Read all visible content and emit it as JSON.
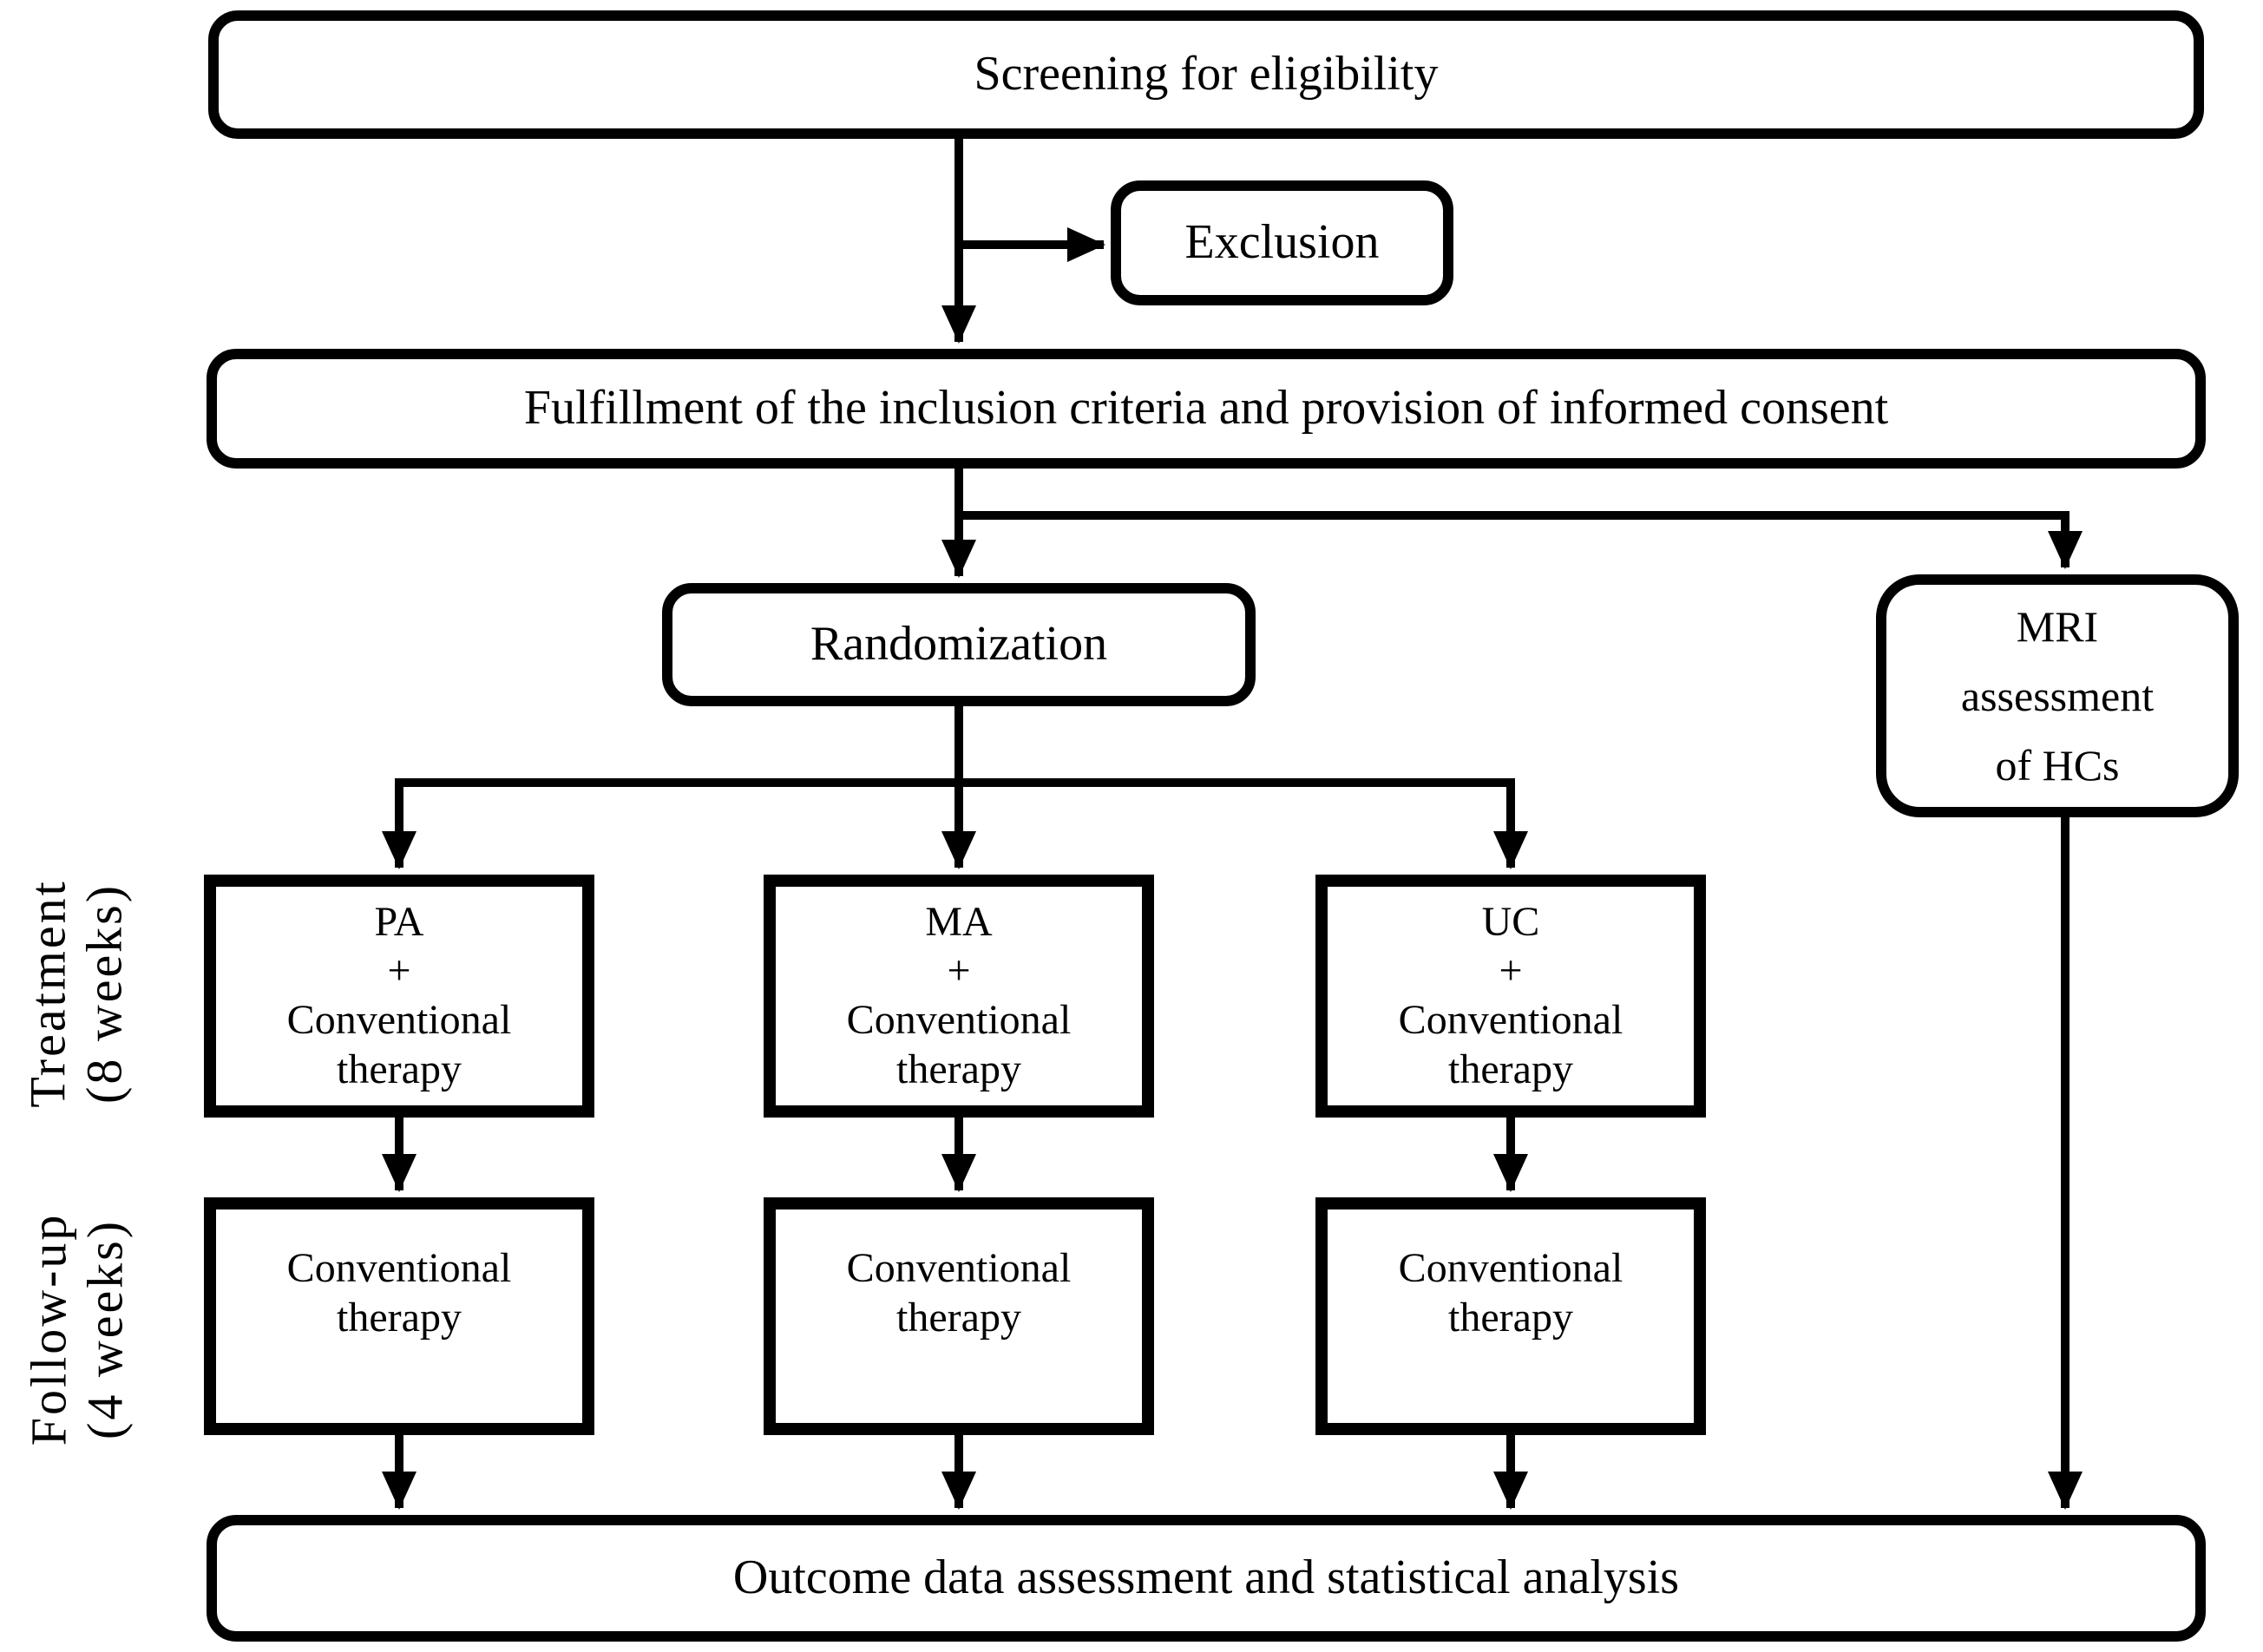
{
  "figure": {
    "background_color": "#ffffff",
    "line_color": "#000000",
    "text_color": "#000000"
  },
  "nodes": {
    "screening": {
      "label": "Screening for eligibility"
    },
    "exclusion": {
      "label": "Exclusion"
    },
    "fulfillment": {
      "label": "Fulfillment of the inclusion criteria and provision of informed consent"
    },
    "randomization": {
      "label": "Randomization"
    },
    "mri": {
      "line1": "MRI",
      "line2": "assessment",
      "line3": "of HCs"
    },
    "pa": {
      "line1": "PA",
      "line2": "+",
      "line3": "Conventional",
      "line4": "therapy"
    },
    "ma": {
      "line1": "MA",
      "line2": "+",
      "line3": "Conventional",
      "line4": "therapy"
    },
    "uc": {
      "line1": "UC",
      "line2": "+",
      "line3": "Conventional",
      "line4": "therapy"
    },
    "pa_followup": {
      "line1": "Conventional",
      "line2": "therapy"
    },
    "ma_followup": {
      "line1": "Conventional",
      "line2": "therapy"
    },
    "uc_followup": {
      "line1": "Conventional",
      "line2": "therapy"
    },
    "outcome": {
      "label": "Outcome data assessment and statistical analysis"
    }
  },
  "side_labels": {
    "treatment": {
      "line1": "Treatment",
      "line2": "(8 weeks)"
    },
    "followup": {
      "line1": "Follow-up",
      "line2": "(4 weeks)"
    }
  }
}
